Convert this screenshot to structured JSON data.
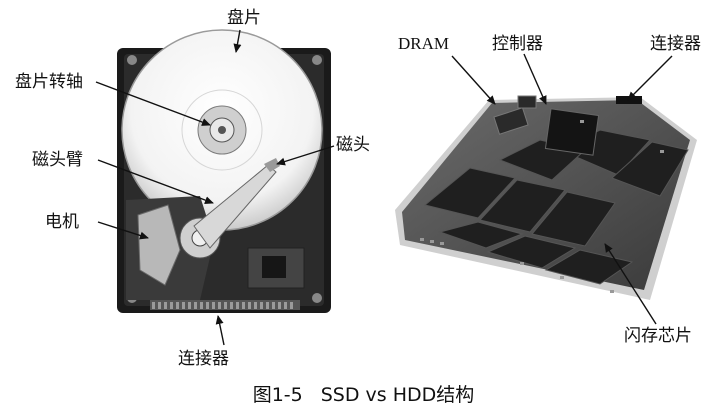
{
  "hdd": {
    "labels": {
      "platter": "盘片",
      "spindle": "盘片转轴",
      "arm": "磁头臂",
      "motor": "电机",
      "head": "磁头",
      "connector": "连接器"
    }
  },
  "ssd": {
    "labels": {
      "dram": "DRAM",
      "controller": "控制器",
      "connector": "连接器",
      "flash": "闪存芯片"
    }
  },
  "caption": {
    "number": "图1-5",
    "title": "SSD vs HDD结构"
  }
}
